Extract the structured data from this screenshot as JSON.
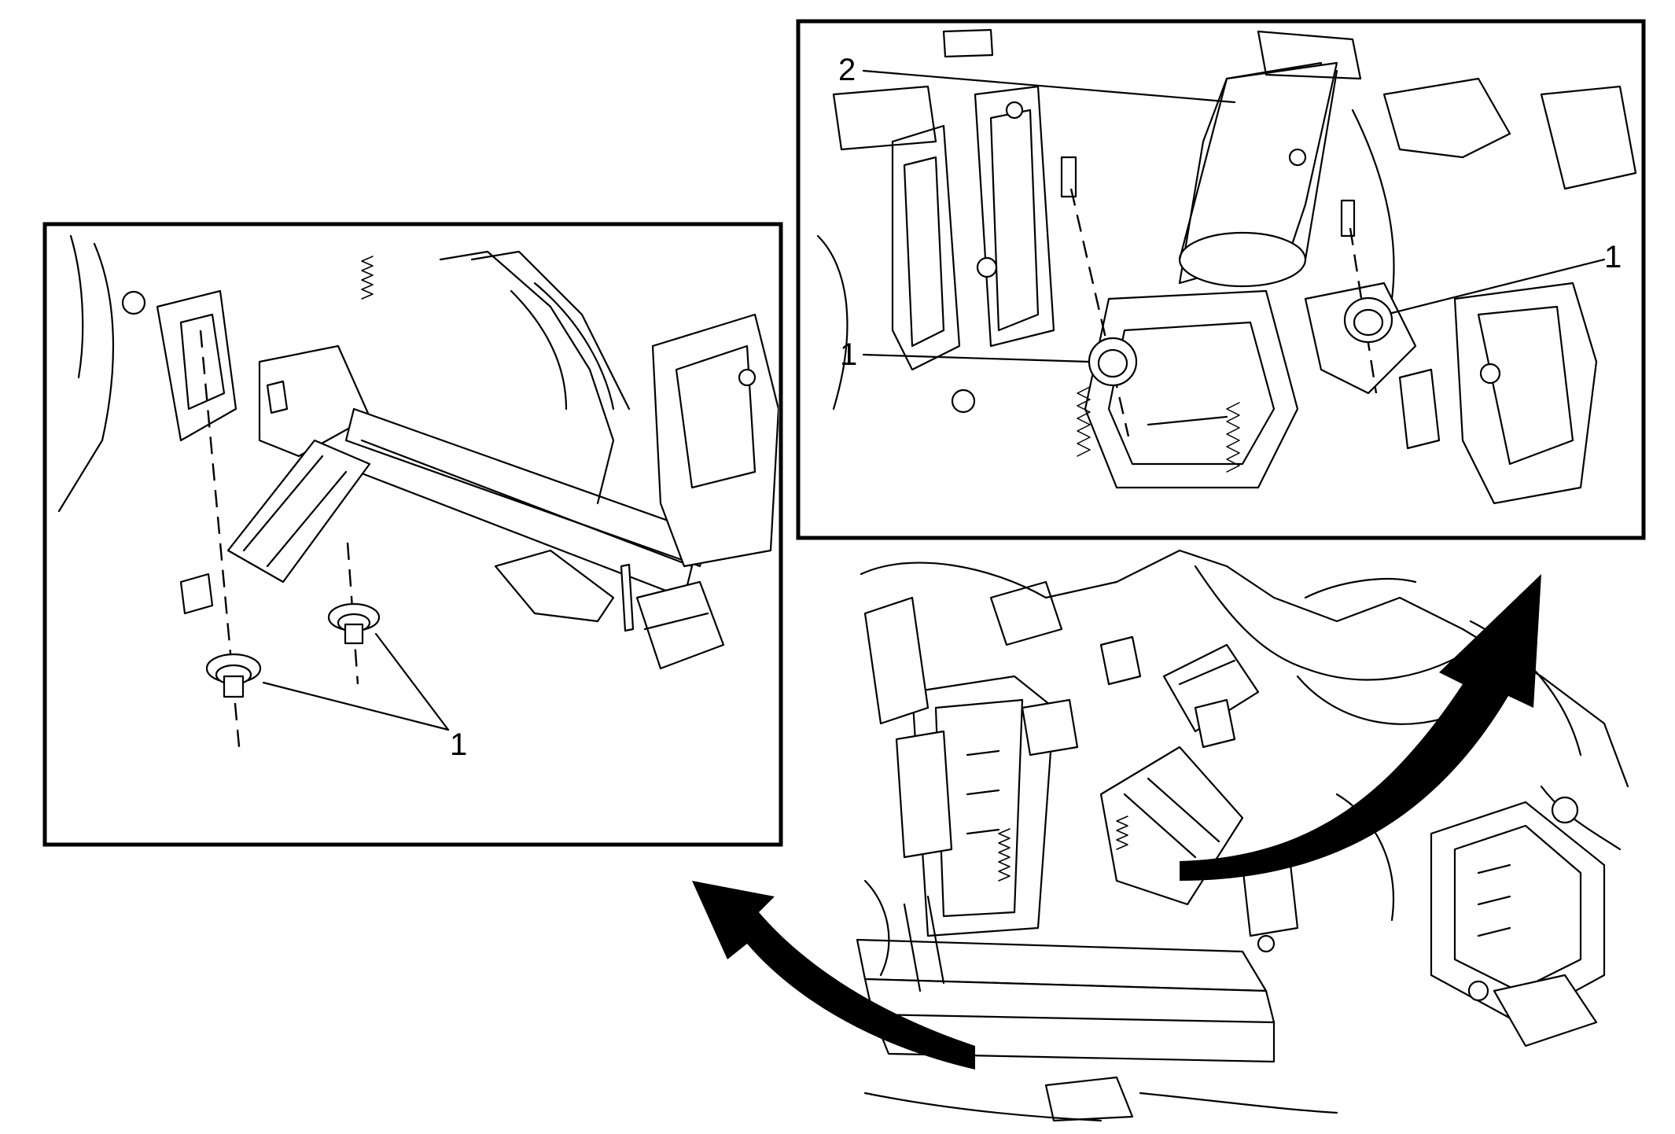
{
  "callouts": {
    "left_nut_label": "1",
    "top_right_nut_label_left": "1",
    "top_right_nut_label_right": "1",
    "top_right_column_label": "2"
  }
}
